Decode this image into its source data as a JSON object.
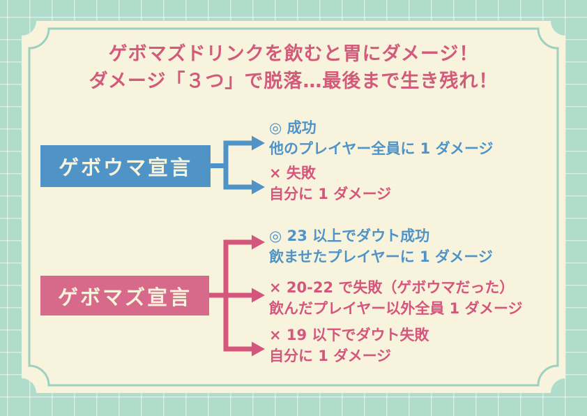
{
  "title": {
    "line1": "ゲボマズドリンクを飲むと胃にダメージ！",
    "line2": "ダメージ「３つ」で脱落…最後まで生き残れ！"
  },
  "colors": {
    "background_mint": "#afdccb",
    "grid_line": "#e2f2ea",
    "card_cream": "#f8f3dd",
    "inner_border_teal": "#9cd1bf",
    "blue": "#4f93c7",
    "pink_text": "#d4567c",
    "pink_box": "#d7698a",
    "title_pink": "#d25a7b",
    "box_label_text": "#f8f3dd"
  },
  "sections": [
    {
      "label": "ゲボウマ宣言",
      "branches": [
        {
          "heading": "◎ 成功",
          "desc": "他のプレイヤー全員に 1 ダメージ",
          "tone": "blue"
        },
        {
          "heading": "× 失敗",
          "desc": "自分に 1 ダメージ",
          "tone": "pink"
        }
      ]
    },
    {
      "label": "ゲボマズ宣言",
      "branches": [
        {
          "heading": "◎ 23 以上でダウト成功",
          "desc": "飲ませたプレイヤーに 1 ダメージ",
          "tone": "blue"
        },
        {
          "heading": "× 20-22 で失敗（ゲボウマだった）",
          "desc": "飲んだプレイヤー以外全員 1 ダメージ",
          "tone": "pink"
        },
        {
          "heading": "× 19 以下でダウト失敗",
          "desc": "自分に 1 ダメージ",
          "tone": "pink"
        }
      ]
    }
  ]
}
